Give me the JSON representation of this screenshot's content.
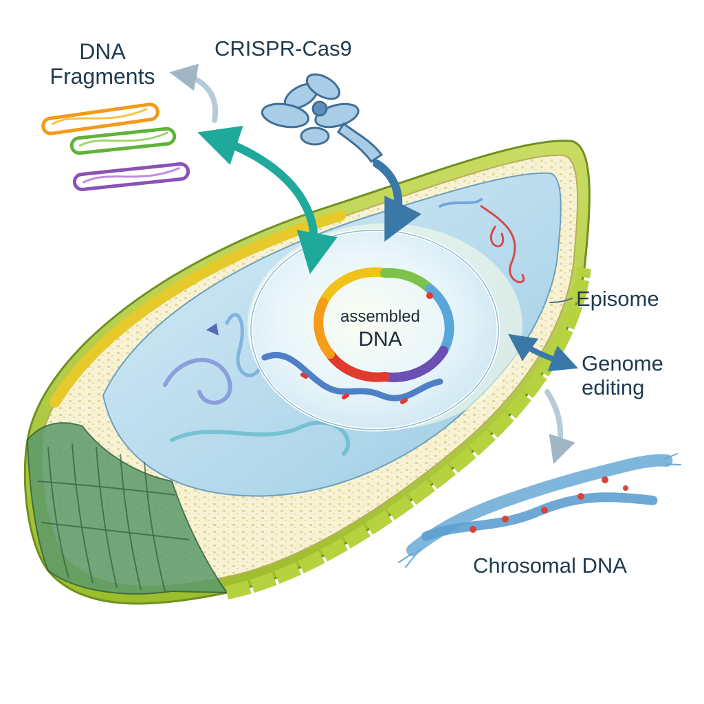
{
  "labels": {
    "dna_fragments": {
      "line1": "DNA",
      "line2": "Fragments"
    },
    "crispr": "CRISPR-Cas9",
    "assembled": {
      "line1": "assembled",
      "line2": "DNA"
    },
    "episome": "Episome",
    "genome_editing": {
      "line1": "Genome",
      "line2": "editing"
    },
    "chromosomal": "Chrosomal DNA"
  },
  "icons": [
    "crispr-cas9-icon",
    "dna-fragment-icon",
    "arrow-icon",
    "chromosomal-dna-icon",
    "episome-icon"
  ],
  "colors": {
    "membrane": "#a9c83a",
    "membrane_dark": "#6f8f1f",
    "cytoplasm": "#bfe0ef",
    "nucleus": "#e9f5fb",
    "teal_arrow": "#1fa99a",
    "blue_arrow": "#3a78a8",
    "fragment_orange": "#f29a1a",
    "fragment_green": "#5fb33a",
    "fragment_purple": "#8a52b5",
    "chromosome": "#7fb6dc",
    "label": "#1f3a4f"
  }
}
